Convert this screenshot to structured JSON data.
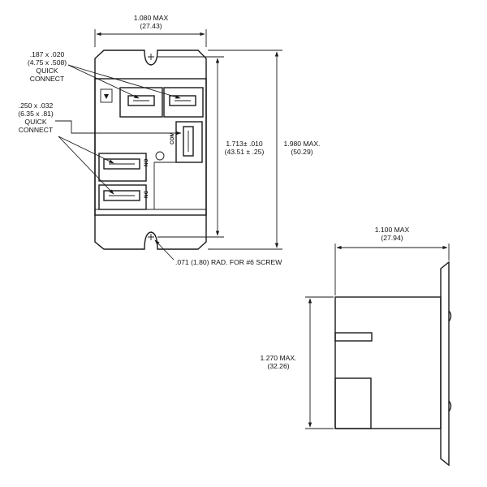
{
  "dimensions": {
    "width_max": "1.080 MAX",
    "width_max_mm": "(27.43)",
    "qc_small_line1": ".187 x .020",
    "qc_small_line2": "(4.75 x .508)",
    "qc_small_line3": "QUICK",
    "qc_small_line4": "CONNECT",
    "qc_large_line1": ".250 x .032",
    "qc_large_line2": "(6.35 x .81)",
    "qc_large_line3": "QUICK",
    "qc_large_line4": "CONNECT",
    "hole_spacing": "1.713± .010",
    "hole_spacing_mm": "(43.51 ± .25)",
    "height_max": "1.980 MAX.",
    "height_max_mm": "(50.29)",
    "screw_note": ".071 (1.80) RAD. FOR #6 SCREW",
    "depth_max": "1.100 MAX",
    "depth_max_mm": "(27.94)",
    "body_height": "1.270 MAX.",
    "body_height_mm": "(32.26)"
  },
  "terminals": {
    "com": "COM",
    "no": "NO",
    "nc": "NC"
  }
}
